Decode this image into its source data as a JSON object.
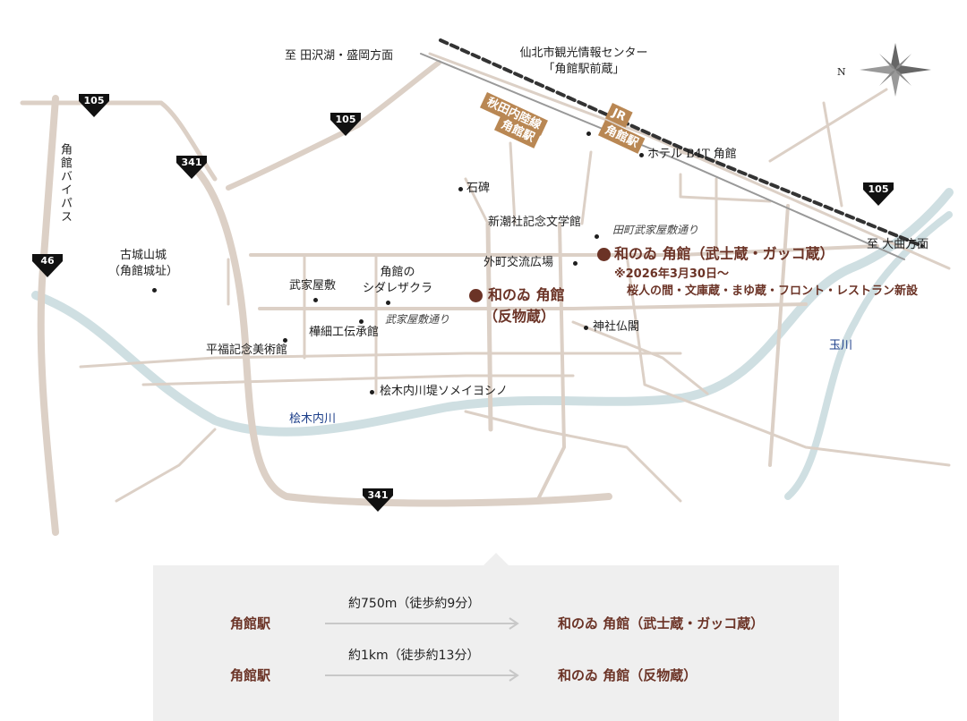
{
  "labels": {
    "direction_north": "至 田沢湖・盛岡方面",
    "direction_south": "至 大曲方面",
    "bypass": "角館バイパス",
    "info_center_1": "仙北市観光情報センター",
    "info_center_2": "「角館駅前蔵」",
    "line_akita": "秋田内陸線",
    "line_akita_station": "角館駅",
    "line_jr": "JR",
    "line_jr_station": "角館駅",
    "hotel": "ホテル B4T 角館",
    "sekihi": "石碑",
    "shinchosha": "新潮社記念文学館",
    "tamachi_street": "田町武家屋敷通り",
    "sotomachi": "外町交流広場",
    "kojo_1": "古城山城",
    "kojo_2": "（角館城址）",
    "bukeyashiki": "武家屋敷",
    "shidare_1": "角館の",
    "shidare_2": "シダレザクラ",
    "buke_street": "武家屋敷通り",
    "kabazaiku": "樺細工伝承館",
    "hirafuku": "平福記念美術館",
    "jinja": "神社仏閣",
    "someiyoshino": "桧木内川堤ソメイヨシノ",
    "river_hinokinai": "桧木内川",
    "river_tama": "玉川",
    "compass_n": "N"
  },
  "main_places": {
    "bushigura": "和のゐ 角館（武士蔵・ガッコ蔵）",
    "note_1": "※2026年3月30日～",
    "note_2": "桜人の間・文庫蔵・まゆ蔵・フロント・レストラン新設",
    "tanmono_1": "和のゐ 角館",
    "tanmono_2": "（反物蔵）"
  },
  "routes": {
    "shield_105_a": "105",
    "shield_105_b": "105",
    "shield_105_c": "105",
    "shield_341_a": "341",
    "shield_341_b": "341",
    "shield_46": "46"
  },
  "info": [
    {
      "from": "角館駅",
      "distance": "約750m（徒歩約9分）",
      "to": "和のゐ 角館（武士蔵・ガッコ蔵）"
    },
    {
      "from": "角館駅",
      "distance": "約1km（徒歩約13分）",
      "to": "和のゐ 角館（反物蔵）"
    }
  ],
  "colors": {
    "road": "#dcd0c6",
    "river": "#cfdfe2",
    "accent": "#6b3326",
    "tag": "#b98753"
  }
}
